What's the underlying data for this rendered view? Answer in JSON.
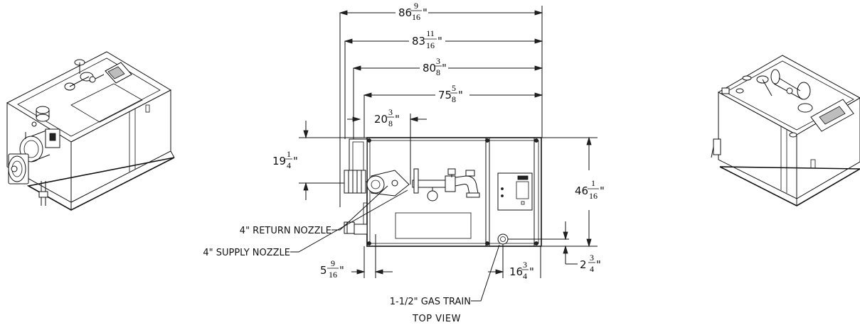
{
  "dimensions": {
    "overall_length": {
      "whole": "86",
      "num": "9",
      "den": "16",
      "unit": "\""
    },
    "frame_length": {
      "whole": "83",
      "num": "11",
      "den": "16",
      "unit": "\""
    },
    "body_length_a": {
      "whole": "80",
      "num": "3",
      "den": "8",
      "unit": "\""
    },
    "body_length_b": {
      "whole": "75",
      "num": "5",
      "den": "8",
      "unit": "\""
    },
    "burner_offset": {
      "whole": "20",
      "num": "3",
      "den": "8",
      "unit": "\""
    },
    "nozzle_height": {
      "whole": "19",
      "num": "1",
      "den": "4",
      "unit": "\""
    },
    "overall_width": {
      "whole": "46",
      "num": "1",
      "den": "16",
      "unit": "\""
    },
    "supply_offset": {
      "whole": "5",
      "num": "9",
      "den": "16",
      "unit": "\""
    },
    "gas_offset": {
      "whole": "16",
      "num": "3",
      "den": "4",
      "unit": "\""
    },
    "gas_edge_offset": {
      "whole": "2",
      "num": "3",
      "den": "4",
      "unit": "\""
    }
  },
  "labels": {
    "return_nozzle": "4\" RETURN NOZZLE",
    "supply_nozzle": "4\" SUPPLY NOZZLE",
    "gas_train": "1-1/2\" GAS TRAIN",
    "view_title": "TOP VIEW"
  }
}
